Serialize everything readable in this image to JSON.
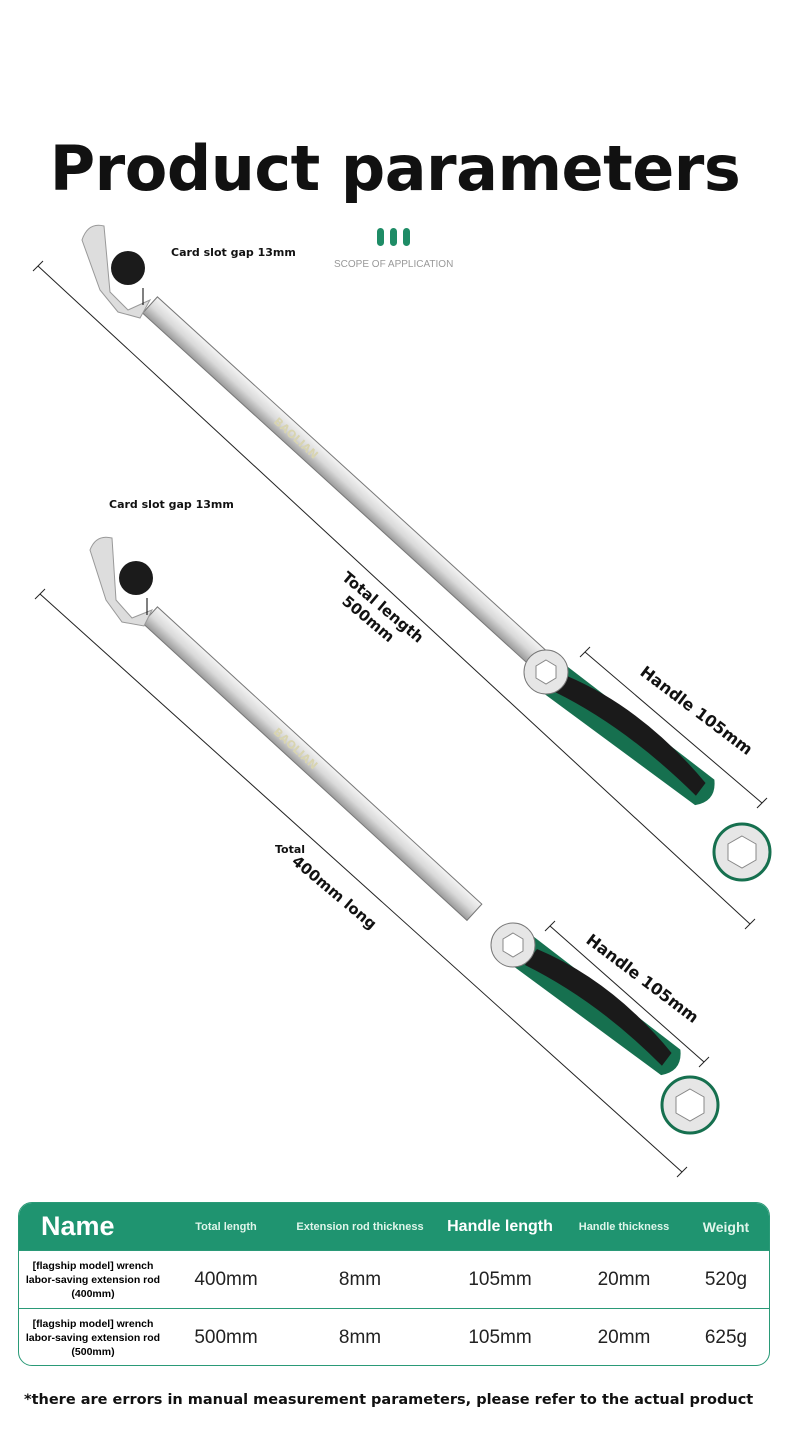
{
  "title": "Product parameters",
  "scope_label": "SCOPE OF APPLICATION",
  "brand_engraving": "BAOLIAN",
  "labels": {
    "card_slot_top": "Card slot gap 13mm",
    "card_slot_bottom": "Card slot gap 13mm",
    "total_500_a": "Total length",
    "total_500_b": "500mm",
    "total_400_a": "Total",
    "total_400_b": "400mm long",
    "handle_top": "Handle 105mm",
    "handle_bottom": "Handle 105mm"
  },
  "table": {
    "headers": [
      "Name",
      "Total length",
      "Extension rod thickness",
      "Handle length",
      "Handle thickness",
      "Weight"
    ],
    "rows": [
      [
        "[flagship model] wrench labor-saving extension rod (400mm)",
        "400mm",
        "8mm",
        "105mm",
        "20mm",
        "520g"
      ],
      [
        "[flagship model] wrench labor-saving extension rod (500mm)",
        "500mm",
        "8mm",
        "105mm",
        "20mm",
        "625g"
      ]
    ]
  },
  "footnote": "*there are errors in manual measurement parameters, please refer to the actual product",
  "colors": {
    "accent": "#1f9470",
    "handle_dark": "#1a1a1a",
    "handle_green": "#16704f"
  }
}
